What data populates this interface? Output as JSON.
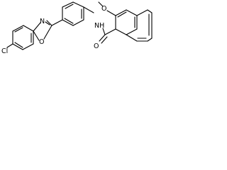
{
  "molecule": {
    "atoms": {
      "cl": "Cl",
      "n_oxazole": "N",
      "o_oxazole": "O",
      "nh": "NH",
      "o_carbonyl": "O",
      "o_methoxy": "O"
    }
  }
}
